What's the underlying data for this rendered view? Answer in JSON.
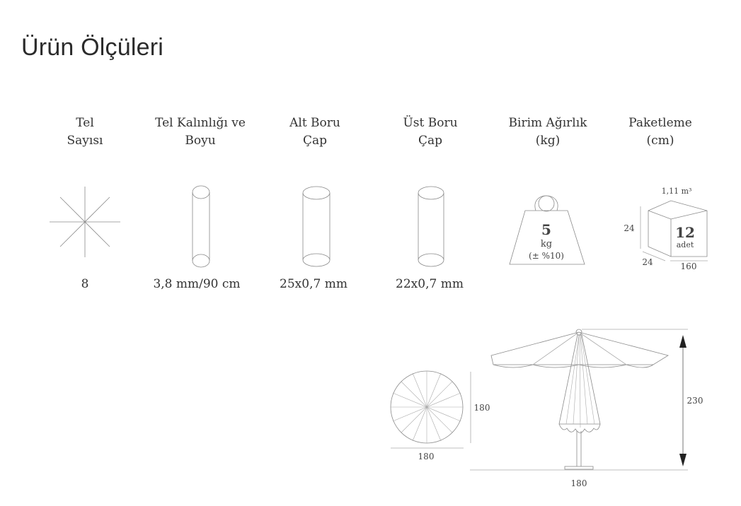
{
  "title": "Ürün Ölçüleri",
  "columns": [
    {
      "line1": "Tel",
      "line2": "Sayısı",
      "value": "8"
    },
    {
      "line1": "Tel Kalınlığı ve",
      "line2": "Boyu",
      "value": "3,8 mm/90 cm"
    },
    {
      "line1": "Alt Boru",
      "line2": "Çap",
      "value": "25x0,7 mm"
    },
    {
      "line1": "Üst Boru",
      "line2": "Çap",
      "value": "22x0,7 mm"
    },
    {
      "line1": "Birim Ağırlık",
      "line2": "(kg)",
      "value": ""
    },
    {
      "line1": "Paketleme",
      "line2": "(cm)",
      "value": ""
    }
  ],
  "weight": {
    "number": "5",
    "unit": "kg",
    "tolerance": "(± %10)"
  },
  "package": {
    "volume": "1,11 m³",
    "count": "12",
    "count_unit": "adet",
    "height": "24",
    "depth": "24",
    "length": "160"
  },
  "canopy_top": {
    "width": "180",
    "height": "180"
  },
  "umbrella": {
    "height": "230",
    "width": "180"
  }
}
